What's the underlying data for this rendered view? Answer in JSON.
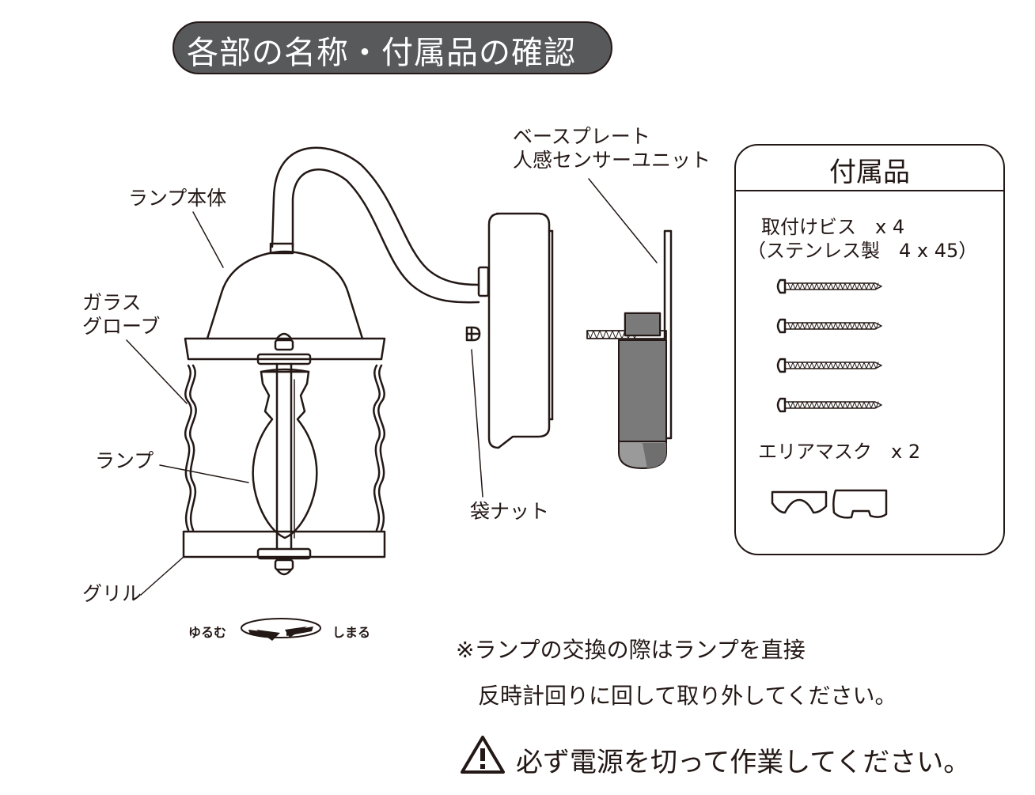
{
  "title": "各部の名称・付属品の確認",
  "labels": {
    "lamp_body": "ランプ本体",
    "glass_globe_1": "ガラス",
    "glass_globe_2": "グローブ",
    "lamp": "ランプ",
    "grill": "グリル",
    "cap_nut": "袋ナット",
    "base_plate_1": "ベースプレート",
    "base_plate_2": "人感センサーユニット"
  },
  "rotation": {
    "loosen": "ゆるむ",
    "tighten": "しまる"
  },
  "accessories": {
    "title": "付属品",
    "screws_line1": "取付けビス　x 4",
    "screws_line2": "（ステンレス製　4 x 45）",
    "area_mask": "エリアマスク　x 2"
  },
  "notes": {
    "line1": "※ランプの交換の際はランプを直接",
    "line2": "反時計回りに回して取り外してください。",
    "warning": "必ず電源を切って作業してください。"
  },
  "colors": {
    "title_bg": "#58595b",
    "ink": "#231815",
    "sensor_gray": "#808080"
  }
}
